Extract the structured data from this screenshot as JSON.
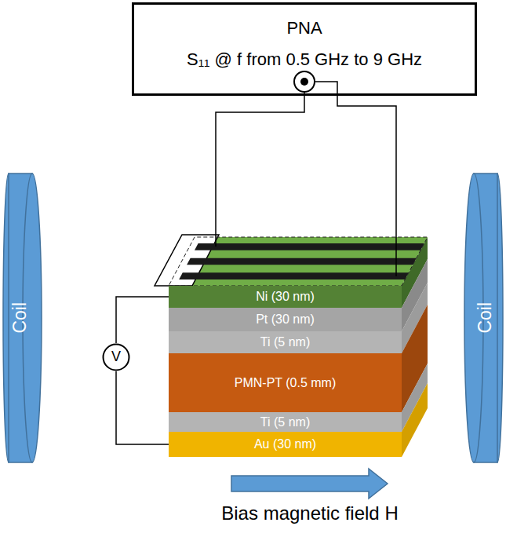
{
  "diagram": {
    "nodes": [
      {
        "text": [
          "PNA",
          "S₁₁ @ f from 0.5 GHz to 9 GHz"
        ]
      },
      {
        "text": [
          "Coil"
        ]
      },
      {
        "text": [
          "Coil"
        ]
      },
      {
        "text": [
          "Ni (30 nm)"
        ]
      },
      {
        "text": [
          "Pt (30 nm)"
        ]
      },
      {
        "text": [
          "Ti (5 nm)"
        ]
      },
      {
        "text": [
          "PMN-PT (0.5 mm)"
        ]
      },
      {
        "text": [
          "Ti (5 nm)"
        ]
      },
      {
        "text": [
          "Au (30 nm)"
        ]
      },
      {
        "text": [
          "V"
        ]
      }
    ],
    "edges": [
      {
        "from": 9,
        "to": 3,
        "arrow": "none"
      },
      {
        "from": 9,
        "to": 8,
        "arrow": "none"
      }
    ],
    "labels": [
      "Bias magnetic field H"
    ]
  }
}
